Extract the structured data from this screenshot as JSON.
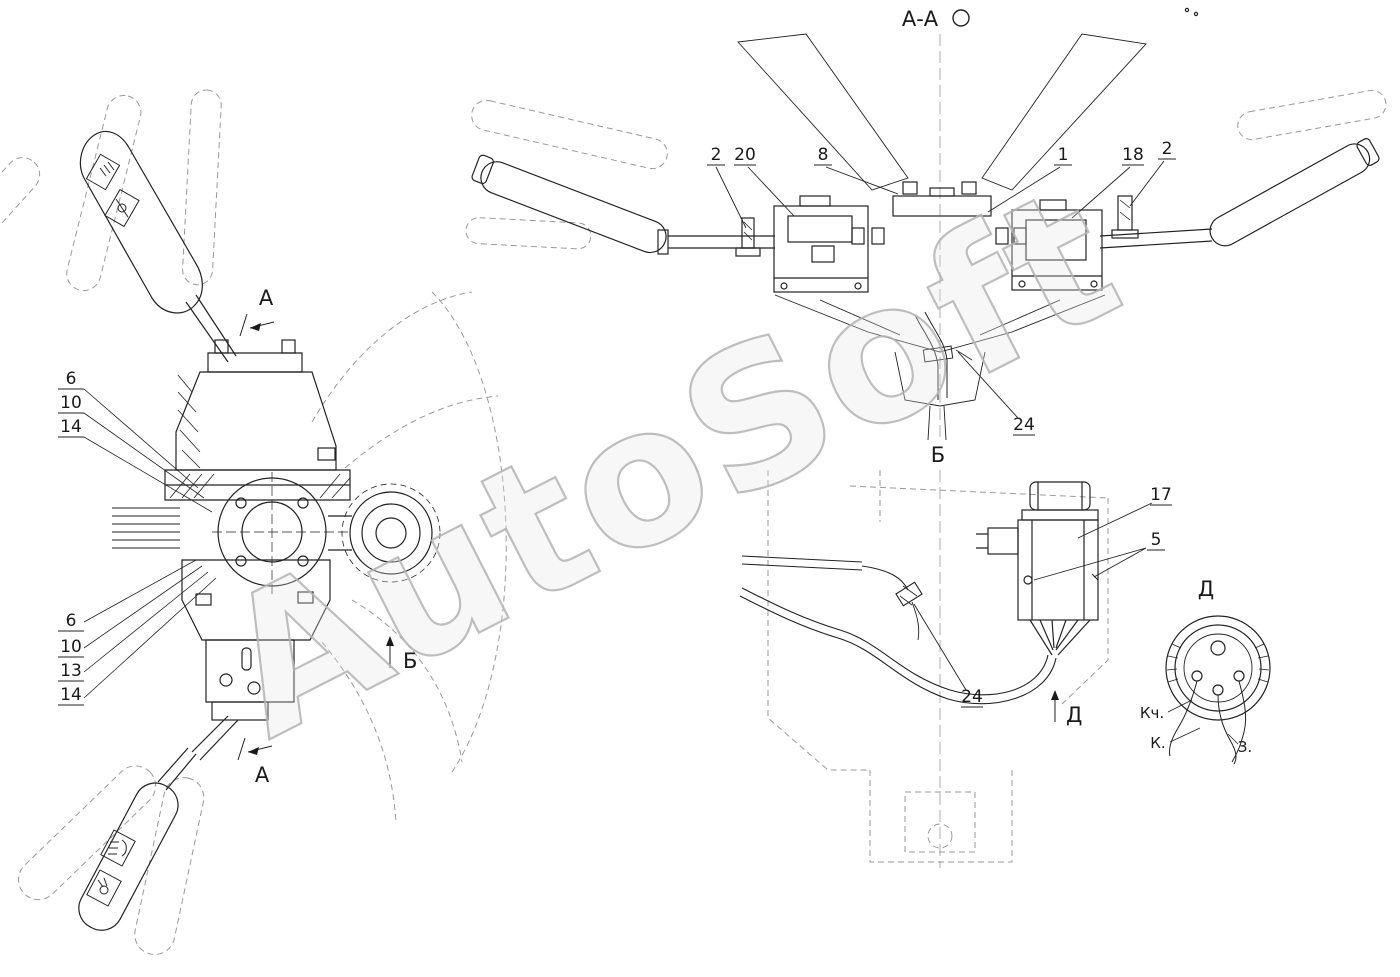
{
  "watermark": "AutoSoft",
  "labels": {
    "section_aa": "А-А",
    "arrow_a_top": "А",
    "arrow_a_bottom": "А",
    "arrow_b": "Б",
    "view_b_title": "Б",
    "arrow_d": "Д",
    "view_d_title": "Д"
  },
  "callouts": {
    "left_upper": [
      "6",
      "10",
      "14"
    ],
    "left_lower": [
      "6",
      "10",
      "13",
      "14"
    ],
    "section_aa": [
      "2",
      "20",
      "8",
      "1",
      "18",
      "2",
      "24"
    ],
    "view_b": [
      "17",
      "5",
      "24"
    ],
    "view_d_wires": [
      "Кч.",
      "К.",
      "З."
    ]
  }
}
